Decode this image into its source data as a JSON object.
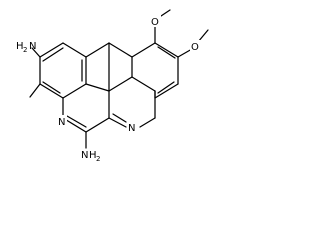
{
  "molecule": {
    "atoms": {
      "nh2_left": {
        "main": "H",
        "sub": "2",
        "prefix": "N"
      },
      "nh2_bottom": {
        "main": "H",
        "sub": "2",
        "prefix": "N"
      },
      "n_left_ring": "N",
      "n_right_ring": "N",
      "o_upper": "O",
      "o_right": "O"
    }
  },
  "colors": {
    "bond": "#000000",
    "background": "#ffffff"
  }
}
